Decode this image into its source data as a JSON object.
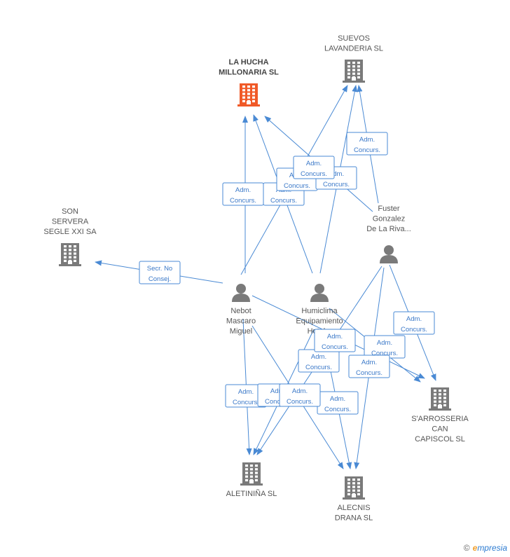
{
  "colors": {
    "edge": "#4a8ad4",
    "company": "#7a7a7a",
    "focus_company": "#f05a28",
    "person": "#7a7a7a"
  },
  "nodes": [
    {
      "id": "hucha",
      "type": "company",
      "focus": true,
      "lines": [
        "LA HUCHA",
        "MILLONARIA SL"
      ],
      "icon": "building-icon"
    },
    {
      "id": "suevos",
      "type": "company",
      "lines": [
        "SUEVOS",
        "LAVANDERIA SL"
      ],
      "icon": "building-icon"
    },
    {
      "id": "son",
      "type": "company",
      "lines": [
        "SON",
        "SERVERA",
        "SEGLE XXI SA"
      ],
      "icon": "building-icon"
    },
    {
      "id": "fuster",
      "type": "person",
      "lines": [
        "Fuster",
        "Gonzalez",
        "De La Riva..."
      ],
      "icon": "person-icon"
    },
    {
      "id": "nebot",
      "type": "person",
      "lines": [
        "Nebot",
        "Mascaro",
        "Miguel"
      ],
      "icon": "person-icon"
    },
    {
      "id": "humiclima",
      "type": "person",
      "lines": [
        "Humiclima",
        "Equipamiento",
        "Hotel..."
      ],
      "icon": "person-icon"
    },
    {
      "id": "sarrosseria",
      "type": "company",
      "lines": [
        "S'ARROSSERIA",
        "CAN",
        "CAPISCOL SL"
      ],
      "icon": "building-icon"
    },
    {
      "id": "aletinina",
      "type": "company",
      "lines": [
        "ALETINIÑA SL"
      ],
      "icon": "building-icon"
    },
    {
      "id": "alecnis",
      "type": "company",
      "lines": [
        "ALECNIS",
        "DRANA SL"
      ],
      "icon": "building-icon"
    }
  ],
  "edges": [
    {
      "from": "nebot",
      "to": "hucha",
      "lines": [
        "Adm.",
        "Concurs."
      ]
    },
    {
      "from": "humiclima",
      "to": "hucha",
      "lines": [
        "Adm.",
        "Concurs."
      ]
    },
    {
      "from": "nebot",
      "to": "suevos",
      "lines": [
        "Adm.",
        "Concurs."
      ]
    },
    {
      "from": "humiclima",
      "to": "suevos",
      "lines": [
        "Adm.",
        "Concurs."
      ]
    },
    {
      "from": "fuster",
      "to": "suevos",
      "lines": [
        "Adm.",
        "Concurs."
      ]
    },
    {
      "from": "fuster",
      "to": "hucha",
      "lines": [
        "Adm.",
        "Concurs."
      ]
    },
    {
      "from": "nebot",
      "to": "son",
      "lines": [
        "Secr.  No",
        "Consej."
      ]
    },
    {
      "from": "fuster",
      "to": "sarrosseria",
      "lines": [
        "Adm.",
        "Concurs."
      ]
    },
    {
      "from": "nebot",
      "to": "sarrosseria",
      "lines": [
        "Adm.",
        "Concurs."
      ]
    },
    {
      "from": "humiclima",
      "to": "sarrosseria",
      "lines": [
        "Adm.",
        "Concurs."
      ]
    },
    {
      "from": "fuster",
      "to": "aletinina",
      "lines": [
        "Adm.",
        "Concurs."
      ]
    },
    {
      "from": "fuster",
      "to": "alecnis",
      "lines": [
        "Adm.",
        "Concurs."
      ]
    },
    {
      "from": "nebot",
      "to": "aletinina",
      "lines": [
        "Adm.",
        "Concurs."
      ]
    },
    {
      "from": "humiclima",
      "to": "aletinina",
      "lines": [
        "Adm.",
        "Concurs."
      ]
    },
    {
      "from": "humiclima",
      "to": "alecnis",
      "lines": [
        "Adm.",
        "Concurs."
      ]
    },
    {
      "from": "nebot",
      "to": "alecnis",
      "lines": [
        "Adm.",
        "Concurs."
      ]
    }
  ],
  "footer": {
    "copyright": "©",
    "brand_initial": "e",
    "brand_rest": "mpresia"
  }
}
